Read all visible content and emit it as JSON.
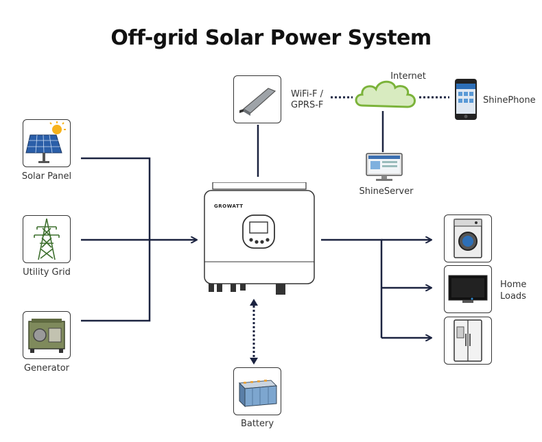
{
  "title": "Off-grid Solar Power System",
  "sources": {
    "solar_panel": "Solar Panel",
    "utility_grid": "Utility Grid",
    "generator": "Generator"
  },
  "communication": {
    "wifi_line1": "WiFi-F /",
    "wifi_line2": "GPRS-F",
    "internet": "Internet",
    "shine_phone": "ShinePhone",
    "shine_server": "ShineServer"
  },
  "inverter": {
    "brand": "GROWATT"
  },
  "storage": {
    "battery": "Battery"
  },
  "loads": {
    "line1": "Home",
    "line2": "Loads"
  },
  "colors": {
    "line": "#1b2340",
    "cloud": "#8cc63f",
    "box_border": "#333333"
  }
}
